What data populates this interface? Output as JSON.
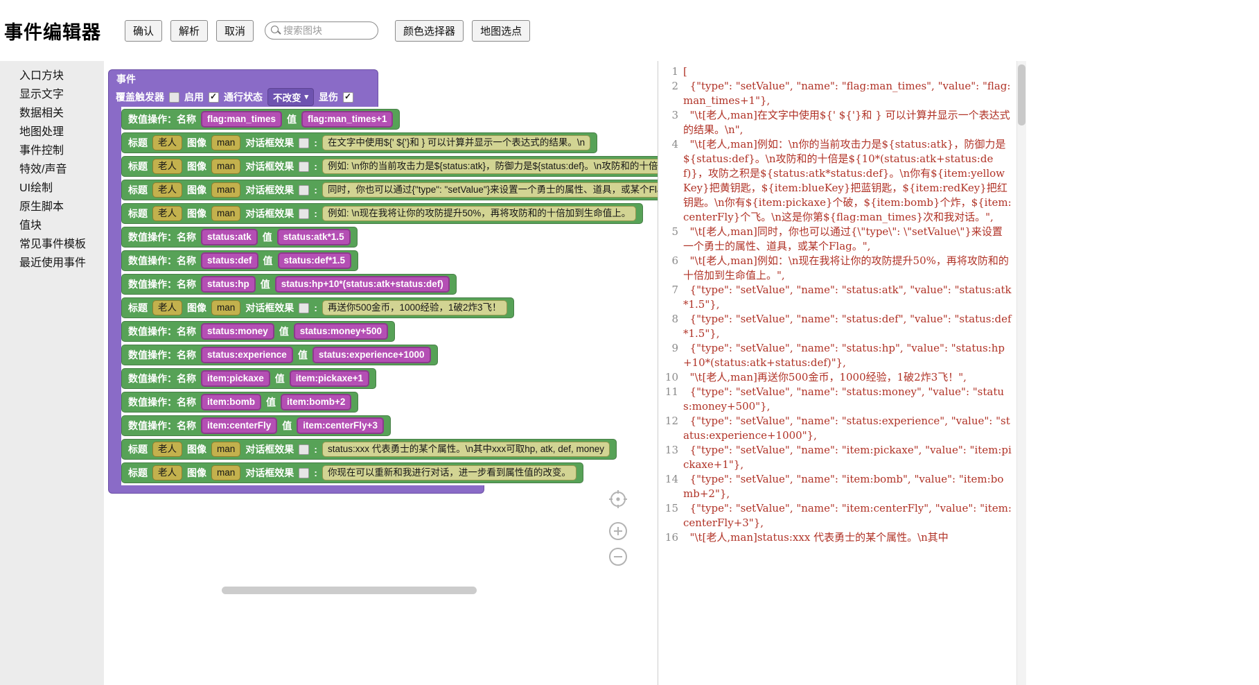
{
  "header": {
    "title": "事件编辑器",
    "confirm": "确认",
    "parse": "解析",
    "cancel": "取消",
    "search_placeholder": "搜索图块",
    "search_icon": "magnifier-icon",
    "color_picker": "颜色选择器",
    "map_pick": "地图选点"
  },
  "sidebar": {
    "items": [
      "入口方块",
      "显示文字",
      "数据相关",
      "地图处理",
      "事件控制",
      "特效/声音",
      "UI绘制",
      "原生脚本",
      "值块",
      "常见事件模板",
      "最近使用事件"
    ]
  },
  "canvas": {
    "event_block": {
      "title": "事件",
      "settings": {
        "trigger_label": "覆盖触发器",
        "trigger_checked": false,
        "enable_label": "启用",
        "enable_checked": true,
        "pass_label": "通行状态",
        "pass_value": "不改变",
        "damage_label": "显伤",
        "damage_checked": true
      },
      "labels": {
        "setvalue": "数值操作：名称",
        "value": "值",
        "title": "标题",
        "image": "图像",
        "effect": "对话框效果",
        "colon": ":"
      },
      "rows": [
        {
          "type": "setValue",
          "name": "flag:man_times",
          "value": "flag:man_times+1"
        },
        {
          "type": "text",
          "title": "老人",
          "image": "man",
          "text": "在文字中使用${' ${'}和 } 可以计算并显示一个表达式的结果。\\n"
        },
        {
          "type": "text",
          "title": "老人",
          "image": "man",
          "text": "例如: \\n你的当前攻击力是${status:atk}，防御力是${status:def}。\\n攻防和的十倍是${10*(status:atk+status:def)}，攻防之积是${status:atk*status:def}。"
        },
        {
          "type": "text",
          "title": "老人",
          "image": "man",
          "text": "同时，你也可以通过{\"type\": \"setValue\"}来设置一个勇士的属性、道具，或某个Flag。"
        },
        {
          "type": "text",
          "title": "老人",
          "image": "man",
          "text": "例如: \\n现在我将让你的攻防提升50%，再将攻防和的十倍加到生命值上。"
        },
        {
          "type": "setValue",
          "name": "status:atk",
          "value": "status:atk*1.5"
        },
        {
          "type": "setValue",
          "name": "status:def",
          "value": "status:def*1.5"
        },
        {
          "type": "setValue",
          "name": "status:hp",
          "value": "status:hp+10*(status:atk+status:def)"
        },
        {
          "type": "text",
          "title": "老人",
          "image": "man",
          "text": "再送你500金币，1000经验，1破2炸3飞！"
        },
        {
          "type": "setValue",
          "name": "status:money",
          "value": "status:money+500"
        },
        {
          "type": "setValue",
          "name": "status:experience",
          "value": "status:experience+1000"
        },
        {
          "type": "setValue",
          "name": "item:pickaxe",
          "value": "item:pickaxe+1"
        },
        {
          "type": "setValue",
          "name": "item:bomb",
          "value": "item:bomb+2"
        },
        {
          "type": "setValue",
          "name": "item:centerFly",
          "value": "item:centerFly+3"
        },
        {
          "type": "text",
          "title": "老人",
          "image": "man",
          "text": "status:xxx 代表勇士的某个属性。\\n其中xxx可取hp, atk, def, money"
        },
        {
          "type": "text",
          "title": "老人",
          "image": "man",
          "text": "你现在可以重新和我进行对话，进一步看到属性值的改变。"
        }
      ]
    },
    "zoom": {
      "locate_icon": "crosshair-icon",
      "zoom_in_icon": "plus-icon",
      "zoom_out_icon": "minus-icon"
    }
  },
  "code": {
    "lines": [
      {
        "n": 1,
        "t": "["
      },
      {
        "n": 2,
        "t": "  {\"type\": \"setValue\", \"name\": \"flag:man_times\", \"value\": \"flag:man_times+1\"},"
      },
      {
        "n": 3,
        "t": "  \"\\t[老人,man]在文字中使用${' ${'}和 } 可以计算并显示一个表达式的结果。\\n\","
      },
      {
        "n": 4,
        "t": "  \"\\t[老人,man]例如：\\n你的当前攻击力是${status:atk}，防御力是${status:def}。\\n攻防和的十倍是${10*(status:atk+status:def)}，攻防之积是${status:atk*status:def}。\\n你有${item:yellowKey}把黄钥匙，${item:blueKey}把蓝钥匙，${item:redKey}把红钥匙。\\n你有${item:pickaxe}个破，${item:bomb}个炸，${item:centerFly}个飞。\\n这是你第${flag:man_times}次和我对话。\","
      },
      {
        "n": 5,
        "t": "  \"\\t[老人,man]同时，你也可以通过{\\\"type\\\": \\\"setValue\\\"}来设置一个勇士的属性、道具，或某个Flag。\","
      },
      {
        "n": 6,
        "t": "  \"\\t[老人,man]例如：\\n现在我将让你的攻防提升50%，再将攻防和的十倍加到生命值上。\","
      },
      {
        "n": 7,
        "t": "  {\"type\": \"setValue\", \"name\": \"status:atk\", \"value\": \"status:atk*1.5\"},"
      },
      {
        "n": 8,
        "t": "  {\"type\": \"setValue\", \"name\": \"status:def\", \"value\": \"status:def*1.5\"},"
      },
      {
        "n": 9,
        "t": "  {\"type\": \"setValue\", \"name\": \"status:hp\", \"value\": \"status:hp+10*(status:atk+status:def)\"},"
      },
      {
        "n": 10,
        "t": "  \"\\t[老人,man]再送你500金币，1000经验，1破2炸3飞！\","
      },
      {
        "n": 11,
        "t": "  {\"type\": \"setValue\", \"name\": \"status:money\", \"value\": \"status:money+500\"},"
      },
      {
        "n": 12,
        "t": "  {\"type\": \"setValue\", \"name\": \"status:experience\", \"value\": \"status:experience+1000\"},"
      },
      {
        "n": 13,
        "t": "  {\"type\": \"setValue\", \"name\": \"item:pickaxe\", \"value\": \"item:pickaxe+1\"},"
      },
      {
        "n": 14,
        "t": "  {\"type\": \"setValue\", \"name\": \"item:bomb\", \"value\": \"item:bomb+2\"},"
      },
      {
        "n": 15,
        "t": "  {\"type\": \"setValue\", \"name\": \"item:centerFly\", \"value\": \"item:centerFly+3\"},"
      },
      {
        "n": 16,
        "t": "  \"\\t[老人,man]status:xxx 代表勇士的某个属性。\\n其中"
      }
    ]
  }
}
